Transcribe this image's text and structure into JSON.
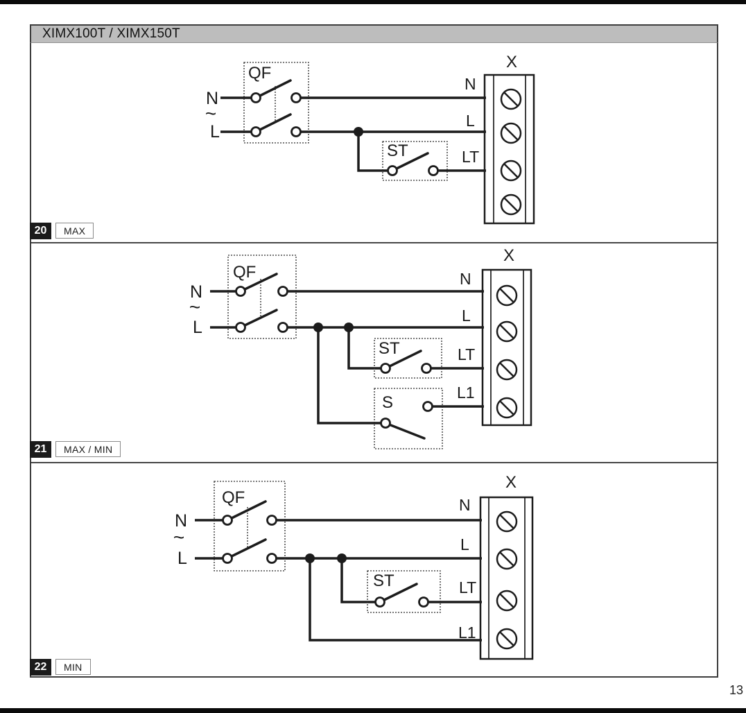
{
  "page": {
    "number": "13"
  },
  "header": {
    "title": "XIMX100T / XIMX150T"
  },
  "colors": {
    "wire": "#1c1c1c",
    "header_bar": "#bdbdbd",
    "badge": "#1a1a1a",
    "page_bar": "#0a0a0a"
  },
  "diagrams": [
    {
      "figure_number": "20",
      "mode_tag": "MAX",
      "supply": {
        "n": "N",
        "ac": "~",
        "l": "L"
      },
      "components": {
        "breaker": "QF",
        "timer_switch": "ST"
      },
      "terminal_block": {
        "name": "X",
        "terminals": [
          "N",
          "L",
          "LT",
          ""
        ]
      }
    },
    {
      "figure_number": "21",
      "mode_tag": "MAX / MIN",
      "supply": {
        "n": "N",
        "ac": "~",
        "l": "L"
      },
      "components": {
        "breaker": "QF",
        "timer_switch": "ST",
        "speed_switch": "S"
      },
      "terminal_block": {
        "name": "X",
        "terminals": [
          "N",
          "L",
          "LT",
          "L1"
        ]
      }
    },
    {
      "figure_number": "22",
      "mode_tag": "MIN",
      "supply": {
        "n": "N",
        "ac": "~",
        "l": "L"
      },
      "components": {
        "breaker": "QF",
        "timer_switch": "ST"
      },
      "terminal_block": {
        "name": "X",
        "terminals": [
          "N",
          "L",
          "LT",
          "L1"
        ]
      }
    }
  ]
}
